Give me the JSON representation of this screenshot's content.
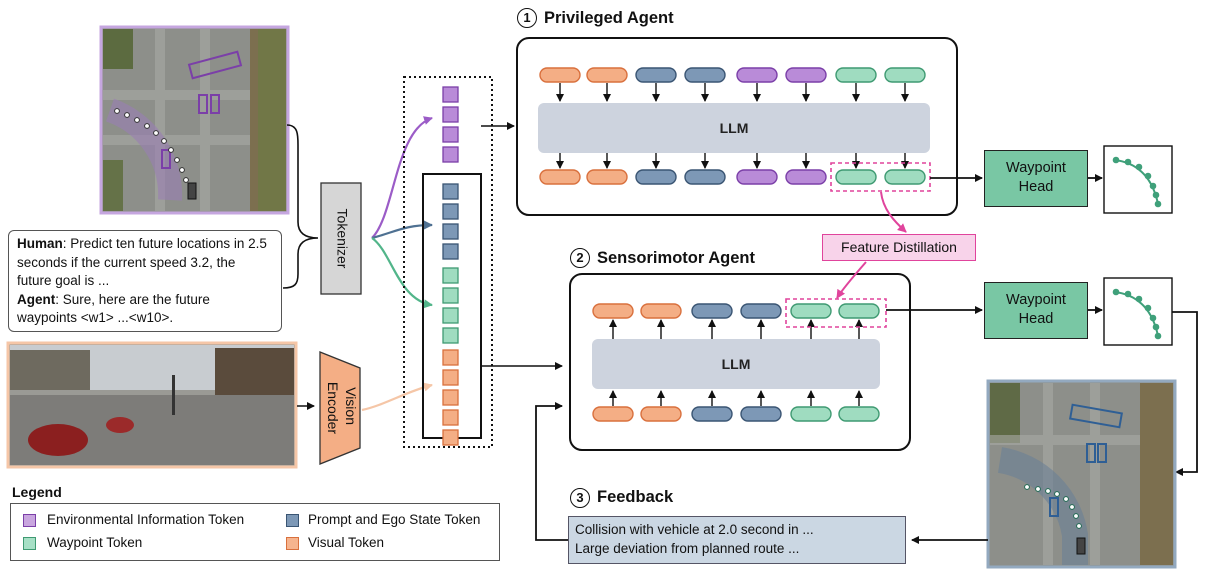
{
  "privileged_agent": {
    "number": "1",
    "title": "Privileged Agent",
    "llm_label": "LLM"
  },
  "sensorimotor_agent": {
    "number": "2",
    "title": "Sensorimotor Agent",
    "llm_label": "LLM"
  },
  "feedback": {
    "number": "3",
    "title": "Feedback",
    "lines": [
      "Collision with vehicle at 2.0 second in ...",
      "Large deviation from planned route ..."
    ]
  },
  "tokenizer_label": "Tokenizer",
  "vision_encoder_label": [
    "Vision",
    "Encoder"
  ],
  "waypoint_head_label": [
    "Waypoint",
    "Head"
  ],
  "feature_distillation_label": "Feature Distillation",
  "prompt": {
    "human_label": "Human",
    "human_text": ": Predict ten future locations in 2.5 seconds if the current speed 3.2, the future goal is ...",
    "agent_label": "Agent",
    "agent_text": ": Sure, here are the future waypoints <w1> ...<w10>."
  },
  "legend": {
    "title": "Legend",
    "items": [
      {
        "label": "Environmental Information Token",
        "fill": "#c9a6df",
        "stroke": "#7b3fa8"
      },
      {
        "label": "Prompt and Ego State Token",
        "fill": "#7d98b6",
        "stroke": "#3a5573"
      },
      {
        "label": "Waypoint Token",
        "fill": "#a7e0c6",
        "stroke": "#3f9a72"
      },
      {
        "label": "Visual Token",
        "fill": "#f6b48e",
        "stroke": "#d9703d"
      }
    ]
  },
  "colors": {
    "env": "#b98bd8",
    "prompt": "#7d98b6",
    "waypoint": "#9fdcc0",
    "visual": "#f4ae85",
    "llm": "#cdd3de",
    "head": "#79c7a4",
    "distill": "#e0449c",
    "feedback_bg": "#cbd7e3"
  },
  "icons": [
    "bev-map-image",
    "front-camera-image",
    "waypoint-trajectory-icon"
  ]
}
